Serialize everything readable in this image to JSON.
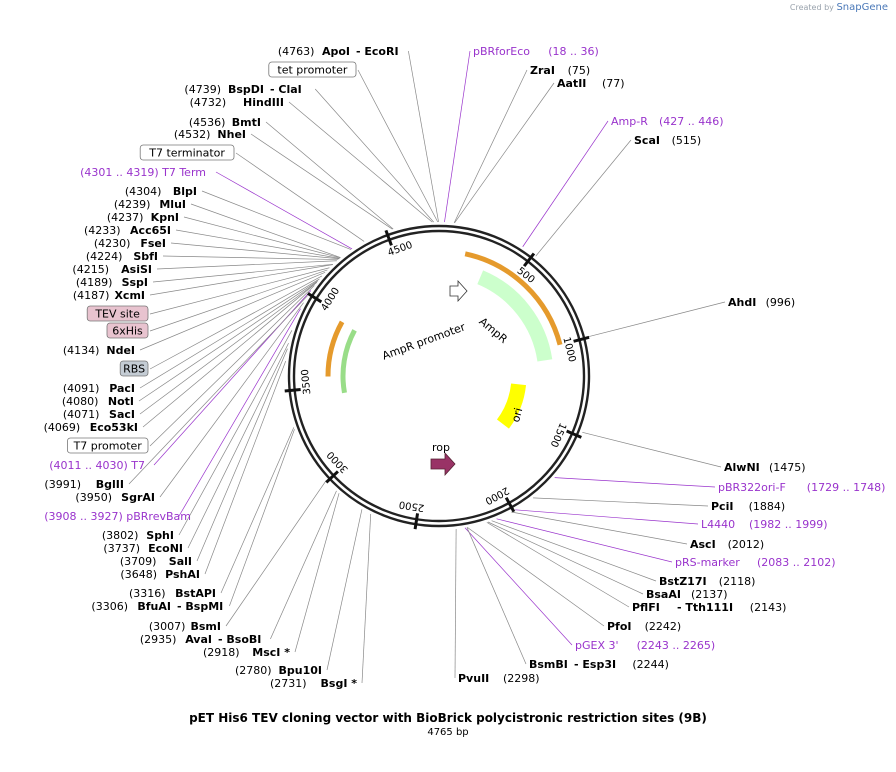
{
  "header": {
    "brand_prefix": "Created by",
    "brand_name": "SnapGene"
  },
  "plasmid": {
    "title": "pET His6 TEV cloning vector with BioBrick polycistronic restriction sites (9B)",
    "length_label": "4765 bp",
    "length": 4765
  },
  "ruler_ticks": [
    "500",
    "1000",
    "1500",
    "2000",
    "2500",
    "3000",
    "3500",
    "4000",
    "4500"
  ],
  "features": [
    {
      "name": "AmpR promoter",
      "color": "#ffffff"
    },
    {
      "name": "AmpR",
      "color": "#ccffcc"
    },
    {
      "name": "ori",
      "color": "#ffff00"
    },
    {
      "name": "rop",
      "color": "#993366"
    }
  ],
  "labels_left": [
    {
      "pos": "(4763)",
      "name": "ApoI",
      "extra": "- EcoRI"
    },
    {
      "boxed": "tet promoter"
    },
    {
      "pos": "(4739)",
      "name": "BspDI",
      "extra": "- ClaI"
    },
    {
      "pos": "(4732)",
      "name": "HindIII"
    },
    {
      "pos": "(4536)",
      "name": "BmtI"
    },
    {
      "pos": "(4532)",
      "name": "NheI"
    },
    {
      "boxed": "T7 terminator"
    },
    {
      "primer": "(4301 .. 4319)  T7 Term"
    },
    {
      "pos": "(4304)",
      "name": "BlpI"
    },
    {
      "pos": "(4239)",
      "name": "MluI"
    },
    {
      "pos": "(4237)",
      "name": "KpnI"
    },
    {
      "pos": "(4233)",
      "name": "Acc65I"
    },
    {
      "pos": "(4230)",
      "name": "FseI"
    },
    {
      "pos": "(4224)",
      "name": "SbfI"
    },
    {
      "pos": "(4215)",
      "name": "AsiSI"
    },
    {
      "pos": "(4189)",
      "name": "SspI"
    },
    {
      "pos": "(4187)",
      "name": "XcmI"
    },
    {
      "pink": "TEV site"
    },
    {
      "pink": "6xHis"
    },
    {
      "pos": "(4134)",
      "name": "NdeI"
    },
    {
      "grey": "RBS"
    },
    {
      "pos": "(4091)",
      "name": "PacI"
    },
    {
      "pos": "(4080)",
      "name": "NotI"
    },
    {
      "pos": "(4071)",
      "name": "SacI"
    },
    {
      "pos": "(4069)",
      "name": "Eco53kI"
    },
    {
      "boxed": "T7 promoter"
    },
    {
      "primer": "(4011 .. 4030)  T7"
    },
    {
      "pos": "(3991)",
      "name": "BglII"
    },
    {
      "pos": "(3950)",
      "name": "SgrAI"
    },
    {
      "primer": "(3908 .. 3927)  pBRrevBam"
    },
    {
      "pos": "(3802)",
      "name": "SphI"
    },
    {
      "pos": "(3737)",
      "name": "EcoNI"
    },
    {
      "pos": "(3709)",
      "name": "SalI"
    },
    {
      "pos": "(3648)",
      "name": "PshAI"
    },
    {
      "pos": "(3316)",
      "name": "BstAPI"
    },
    {
      "pos": "(3306)",
      "name": "BfuAI",
      "extra": "- BspMI"
    },
    {
      "pos": "(3007)",
      "name": "BsmI"
    },
    {
      "pos": "(2935)",
      "name": "AvaI",
      "extra": "- BsoBI"
    },
    {
      "pos": "(2918)",
      "name": "MscI *"
    },
    {
      "pos": "(2780)",
      "name": "Bpu10I"
    },
    {
      "pos": "(2731)",
      "name": "BsgI *"
    }
  ],
  "labels_right": [
    {
      "primer": "pBRforEco",
      "range": "(18 .. 36)"
    },
    {
      "name": "ZraI",
      "pos": "(75)"
    },
    {
      "name": "AatII",
      "pos": "(77)"
    },
    {
      "primer": "Amp-R",
      "range": "(427 .. 446)"
    },
    {
      "name": "ScaI",
      "pos": "(515)"
    },
    {
      "name": "AhdI",
      "pos": "(996)"
    },
    {
      "name": "AlwNI",
      "pos": "(1475)"
    },
    {
      "primer": "pBR322ori-F",
      "range": "(1729 .. 1748)"
    },
    {
      "name": "PciI",
      "pos": "(1884)"
    },
    {
      "primer": "L4440",
      "range": "(1982 .. 1999)"
    },
    {
      "name": "AscI",
      "pos": "(2012)"
    },
    {
      "primer": "pRS-marker",
      "range": "(2083 .. 2102)"
    },
    {
      "name": "BstZ17I",
      "pos": "(2118)"
    },
    {
      "name": "BsaAI",
      "pos": "(2137)"
    },
    {
      "name": "PflFI",
      "extra": "- Tth111I",
      "pos": "(2143)"
    },
    {
      "name": "PfoI",
      "pos": "(2242)"
    },
    {
      "primer": "pGEX 3'",
      "range": "(2243 .. 2265)"
    },
    {
      "name": "BsmBI",
      "extra": "- Esp3I",
      "pos": "(2244)"
    },
    {
      "name": "PvuII",
      "pos": "(2298)"
    }
  ],
  "colors": {
    "primer": "#9933cc",
    "orange": "#e59a2c",
    "pink_fill": "#e8c3cf",
    "grey_fill": "#c4ccd4"
  }
}
